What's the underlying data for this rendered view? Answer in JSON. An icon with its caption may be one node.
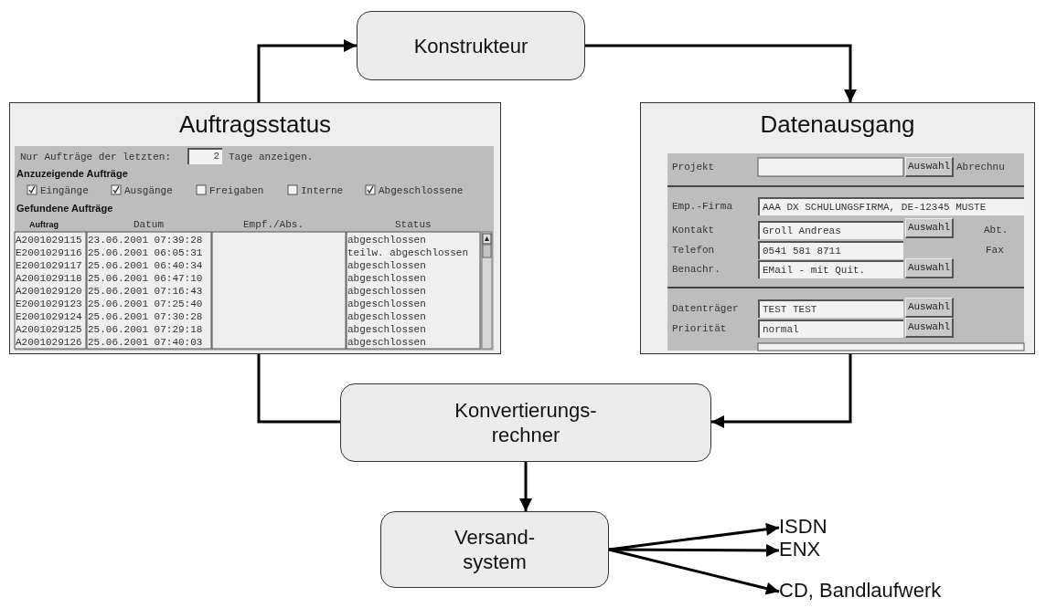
{
  "diagram": {
    "nodes": [
      {
        "text": [
          "Konstrukteur"
        ]
      },
      {
        "text": [
          "Auftragsstatus"
        ]
      },
      {
        "text": [
          "Datenausgang"
        ]
      },
      {
        "text": [
          "Konvertierungs-rechner"
        ]
      },
      {
        "text": [
          "Versand-system"
        ]
      },
      {
        "text": [
          "ISDN"
        ]
      },
      {
        "text": [
          "ENX"
        ]
      },
      {
        "text": [
          "CD, Bandlaufwerk"
        ]
      }
    ],
    "edges": [
      {
        "from": 1,
        "to": 0,
        "arrow": "to"
      },
      {
        "from": 0,
        "to": 2,
        "arrow": "to"
      },
      {
        "from": 1,
        "to": 3,
        "arrow": "none"
      },
      {
        "from": 2,
        "to": 3,
        "arrow": "to"
      },
      {
        "from": 3,
        "to": 4,
        "arrow": "to"
      },
      {
        "from": 4,
        "to": 5,
        "arrow": "to"
      },
      {
        "from": 4,
        "to": 6,
        "arrow": "to"
      },
      {
        "from": 4,
        "to": 7,
        "arrow": "to"
      }
    ],
    "labels": [
      "Nur Aufträge der letzten:",
      "2",
      "Tage anzeigen.",
      "Anzuzeigende Aufträge",
      "Eingänge",
      "Ausgänge",
      "Freigaben",
      "Interne",
      "Abgeschlossene",
      "Gefundene Aufträge",
      "Auftrag",
      "Datum",
      "Empf./Abs.",
      "Status",
      "A2001029115",
      "23.06.2001 07:39:28",
      "abgeschlossen",
      "E2001029116",
      "25.06.2001 06:05:31",
      "teilw. abgeschlossen",
      "E2001029117",
      "25.06.2001 06:40:34",
      "abgeschlossen",
      "A2001029118",
      "25.06.2001 06:47:10",
      "abgeschlossen",
      "A2001029120",
      "25.06.2001 07:16:43",
      "abgeschlossen",
      "E2001029123",
      "25.06.2001 07:25:40",
      "abgeschlossen",
      "E2001029124",
      "25.06.2001 07:30:28",
      "abgeschlossen",
      "A2001029125",
      "25.06.2001 07:29:18",
      "abgeschlossen",
      "A2001029126",
      "25.06.2001 07:40:03",
      "abgeschlossen",
      "Projekt",
      "Auswahl",
      "Abrechnu",
      "Emp.-Firma",
      "AAA DX SCHULUNGSFIRMA, DE-12345 MUSTE",
      "Kontakt",
      "Groll Andreas",
      "Auswahl",
      "Abt.",
      "Telefon",
      "0541 581 8711",
      "Fax",
      "Benachr.",
      "EMail - mit Quit.",
      "Auswahl",
      "Datenträger",
      "TEST TEST",
      "Auswahl",
      "Priorität",
      "normal",
      "Auswahl"
    ]
  }
}
